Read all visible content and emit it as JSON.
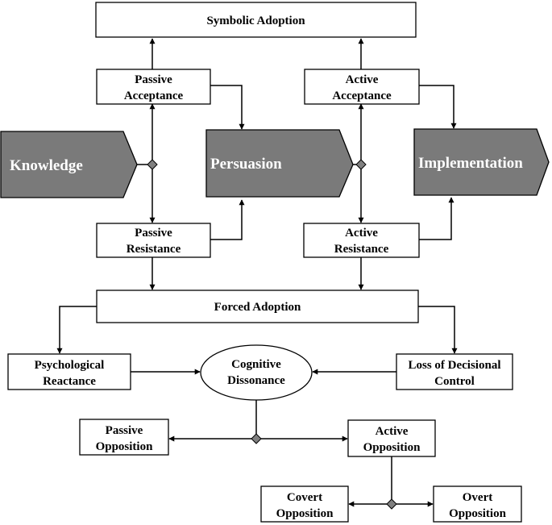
{
  "nodes": {
    "symbolic_adoption": "Symbolic Adoption",
    "passive_acceptance": [
      "Passive",
      "Acceptance"
    ],
    "active_acceptance": [
      "Active",
      "Acceptance"
    ],
    "knowledge": "Knowledge",
    "persuasion": "Persuasion",
    "implementation": "Implementation",
    "passive_resistance": [
      "Passive",
      "Resistance"
    ],
    "active_resistance": [
      "Active",
      "Resistance"
    ],
    "forced_adoption": "Forced Adoption",
    "psychological_reactance": [
      "Psychological",
      "Reactance"
    ],
    "cognitive_dissonance": [
      "Cognitive",
      "Dissonance"
    ],
    "loss_of_decisional_control": [
      "Loss of Decisional",
      "Control"
    ],
    "passive_opposition": [
      "Passive",
      "Opposition"
    ],
    "active_opposition": [
      "Active",
      "Opposition"
    ],
    "covert_opposition": [
      "Covert",
      "Opposition"
    ],
    "overt_opposition": [
      "Overt",
      "Opposition"
    ]
  },
  "colors": {
    "stage_fill": "#7a7a7a",
    "stage_text": "#ffffff",
    "diamond_fill": "#808080",
    "stroke": "#000000"
  }
}
